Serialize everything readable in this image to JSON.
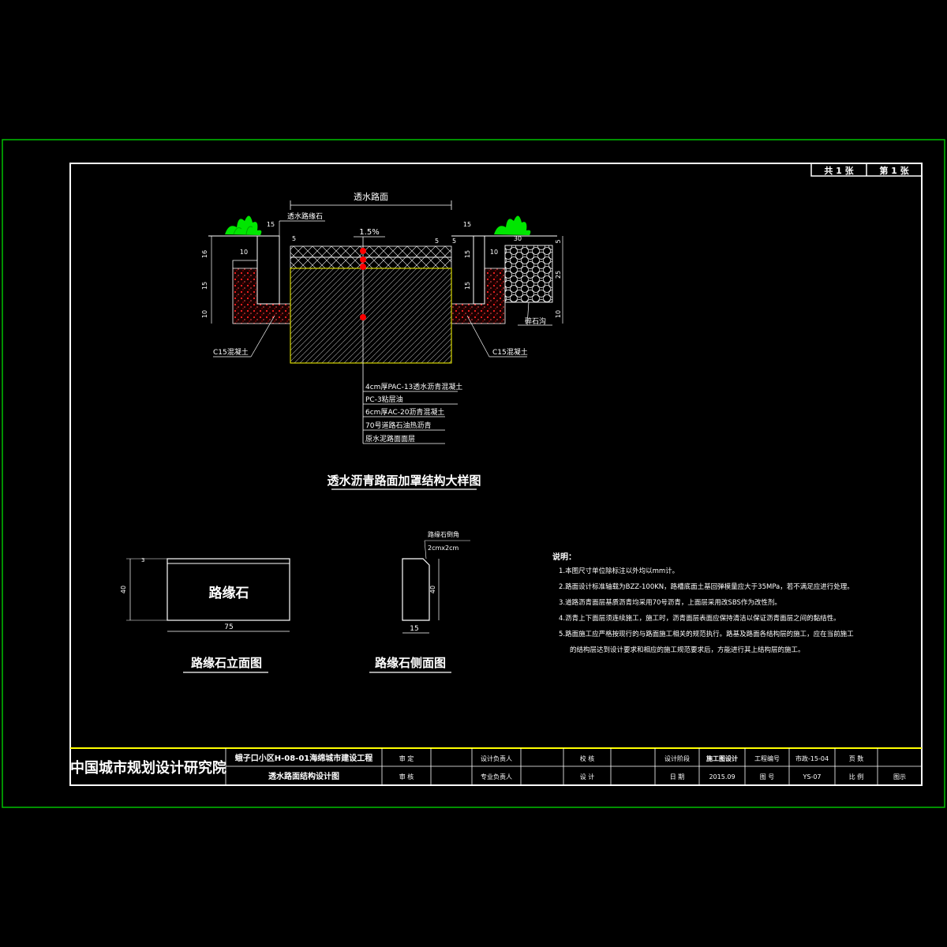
{
  "sheet": {
    "total_sheets": "共 1 张",
    "sheet_no": "第 1 张"
  },
  "section": {
    "top_label": "透水路面",
    "left_curb_label": "透水路缘石",
    "slope": "1.5%",
    "dims": {
      "top_left_15": "15",
      "top_left_5": "5",
      "left_16": "16",
      "left_10_inner": "10",
      "left_15": "15",
      "left_10": "10",
      "mid_left_5": "5",
      "mid_right_5": "5",
      "right_15_top": "15",
      "right_15_a": "15",
      "right_15_b": "15",
      "right_10_inner": "10",
      "right_30": "30",
      "right_5": "5",
      "right_25": "25",
      "right_10": "10"
    },
    "right_trench_label": "碎石沟",
    "left_concrete": "C15混凝土",
    "right_concrete": "C15混凝土",
    "layers": [
      "4cm厚PAC-13透水沥青混凝土",
      "PC-3粘层油",
      "6cm厚AC-20沥青混凝土",
      "70号道路石油热沥青",
      "原水泥路面面层"
    ],
    "title": "透水沥青路面加罩结构大样图"
  },
  "curb_elevation": {
    "label": "路缘石",
    "dim_height": "40",
    "dim_small": "3",
    "dim_width": "75",
    "title": "路缘石立面图"
  },
  "curb_side": {
    "chamfer_label": "路缘石倒角",
    "chamfer_dim": "2cmx2cm",
    "dim_height": "40",
    "dim_width": "15",
    "title": "路缘石侧面图"
  },
  "notes": {
    "heading": "说明：",
    "items": [
      "1.本图尺寸单位除标注以外均以mm计。",
      "2.路面设计标准轴载为BZZ-100KN，路槽底面土基回弹模量应大于35MPa，若不满足应进行处理。",
      "3.道路沥青面层基质沥青均采用70号沥青，上面层采用改SBS作为改性剂。",
      "4.沥青上下面层须连续施工，施工时，沥青面层表面应保持清洁以保证沥青面层之间的黏结性。",
      "5.路面施工应严格按现行的与路面施工相关的规范执行。路基及路面各结构层的施工，应在当前施工",
      "的结构层达到设计要求和相应的施工规范要求后，方能进行其上结构层的施工。"
    ]
  },
  "title_block": {
    "institute": "中国城市规划设计研究院",
    "project": "蛾子口小区H-08-01海绵城市建设工程",
    "drawing_name": "透水路面结构设计图",
    "approve": "审    定",
    "review": "审    核",
    "design_lead": "设计负责人",
    "discipline_lead": "专业负责人",
    "check": "校    核",
    "design": "设    计",
    "stage_label": "设计阶段",
    "stage_value": "施工图设计",
    "project_no_label": "工程编号",
    "project_no_value": "市政-15-04",
    "pages_label": "页    数",
    "date_label": "日    期",
    "date_value": "2015.09",
    "drawing_no_label": "图    号",
    "drawing_no_value": "YS-07",
    "scale_label": "比    例",
    "scale_value": "图示"
  },
  "colors": {
    "background": "#000000",
    "outer_frame": "#00c000",
    "inner_frame": "#ffffff",
    "title_line": "#ffff00",
    "concrete_fill": "#c00000",
    "accent_dot": "#ff0000",
    "text": "#ffffff",
    "plant": "#00ff00"
  }
}
